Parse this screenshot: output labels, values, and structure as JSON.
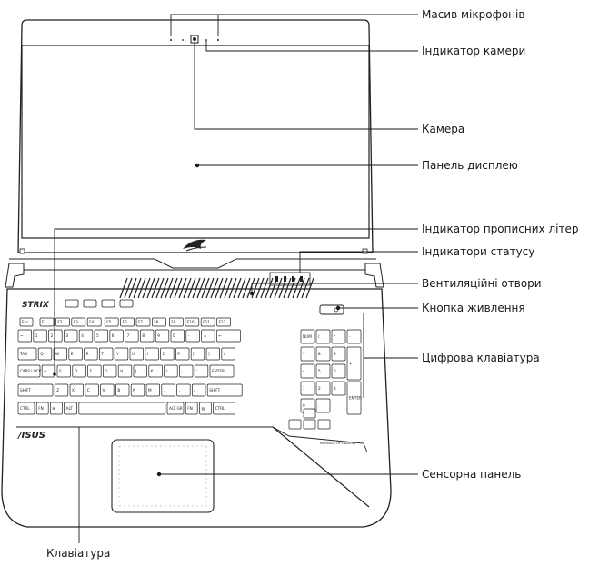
{
  "callouts": [
    {
      "id": "mic-array",
      "label": "Масив мікрофонів"
    },
    {
      "id": "camera-indicator",
      "label": "Індикатор камери"
    },
    {
      "id": "camera",
      "label": "Камера"
    },
    {
      "id": "display-panel",
      "label": "Панель дисплею"
    },
    {
      "id": "capslock-indicator",
      "label": "Індикатор прописних літер"
    },
    {
      "id": "status-indicators",
      "label": "Індикатори статусу"
    },
    {
      "id": "air-vents",
      "label": "Вентиляційні отвори"
    },
    {
      "id": "power-button",
      "label": "Кнопка живлення"
    },
    {
      "id": "numeric-keypad",
      "label": "Цифрова клавіатура"
    },
    {
      "id": "touchpad",
      "label": "Сенсорна панель"
    },
    {
      "id": "keyboard",
      "label": "Клавіатура"
    }
  ],
  "branding": {
    "strix": "STRIX",
    "asus": "/ISUS",
    "rog_tagline": "REPUBLIC OF GAMERS"
  },
  "keyboard": {
    "row_fn": [
      "Esc",
      "F1",
      "F2",
      "F3",
      "F4",
      "F5",
      "F6",
      "F7",
      "F8",
      "F9",
      "F10",
      "F11",
      "F12"
    ],
    "row_num": [
      "~",
      "1",
      "2",
      "3",
      "4",
      "5",
      "6",
      "7",
      "8",
      "9",
      "0",
      "-",
      "=",
      "←"
    ],
    "row_q": [
      "TAB",
      "Q",
      "W",
      "E",
      "R",
      "T",
      "Y",
      "U",
      "I",
      "O",
      "P",
      "[",
      "]",
      "\\"
    ],
    "row_a": [
      "CAPS LOCK",
      "A",
      "S",
      "D",
      "F",
      "G",
      "H",
      "J",
      "K",
      "L",
      ";",
      "'",
      "ENTER"
    ],
    "row_z": [
      "SHIFT",
      "Z",
      "X",
      "C",
      "V",
      "B",
      "N",
      "M",
      ",",
      ".",
      "/",
      "SHIFT"
    ],
    "row_bottom": [
      "CTRL",
      "FN",
      "⊞",
      "ALT",
      "",
      "ALT GR",
      "FN",
      "▤",
      "CTRL"
    ],
    "numpad": [
      [
        "NUM",
        "/",
        "*",
        "-"
      ],
      [
        "7",
        "8",
        "9",
        "+"
      ],
      [
        "4",
        "5",
        "6",
        ""
      ],
      [
        "1",
        "2",
        "3",
        "ENTER"
      ],
      [
        "0",
        ".",
        "",
        ""
      ]
    ]
  }
}
